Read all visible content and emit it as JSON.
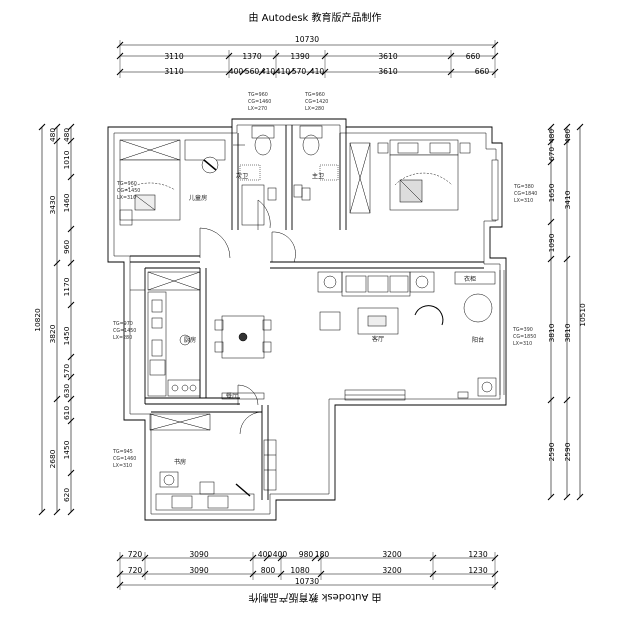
{
  "watermark": {
    "top": "由 Autodesk 教育版产品制作",
    "bottom": "由 Autodesk 教育版产品制作"
  },
  "dims": {
    "top_total": "10730",
    "top_row1": [
      "3110",
      "1370",
      "1390",
      "3610",
      "660"
    ],
    "top_row2": [
      "3110",
      "400",
      "560",
      "410",
      "410",
      "570",
      "410",
      "3610",
      "660"
    ],
    "bottom_row1": [
      "720",
      "3090",
      "400",
      "400",
      "980",
      "180",
      "3200",
      "1230"
    ],
    "bottom_row2": [
      "720",
      "3090",
      "800",
      "1080",
      "3200",
      "1230"
    ],
    "bottom_total": "10730",
    "left_total": "10820",
    "left_outer": [
      "480",
      "3430",
      "3820",
      "2680"
    ],
    "left_inner": [
      "480",
      "1010",
      "1460",
      "960",
      "1170",
      "1450",
      "570",
      "630",
      "610",
      "1450",
      "620"
    ],
    "right_total": "10510",
    "right_outer": [
      "480",
      "3410",
      "3810",
      "2590"
    ],
    "right_inner": [
      "480",
      "670",
      "1650",
      "1090",
      "3810",
      "2590"
    ]
  },
  "rooms": {
    "child_room": "儿童房",
    "bath_secondary": "次卫",
    "bath_master": "主卫",
    "kitchen": "厨房",
    "dining": "餐厅",
    "living": "客厅",
    "balcony": "阳台",
    "study": "书房",
    "storage": "衣柜"
  },
  "window_notes": {
    "child_room": [
      "TG=960",
      "CG=1450",
      "LX=310"
    ],
    "bath_secondary": [
      "TG=960",
      "CG=1460",
      "LX=270"
    ],
    "bath_master": [
      "TG=960",
      "CG=1420",
      "LX=280"
    ],
    "master_bedroom": [
      "TG=380",
      "CG=1840",
      "LX=310"
    ],
    "kitchen": [
      "TG=970",
      "CG=1450",
      "LX=280"
    ],
    "balcony": [
      "TG=390",
      "CG=1850",
      "LX=310"
    ],
    "study": [
      "TG=945",
      "CG=1460",
      "LX=310"
    ]
  }
}
